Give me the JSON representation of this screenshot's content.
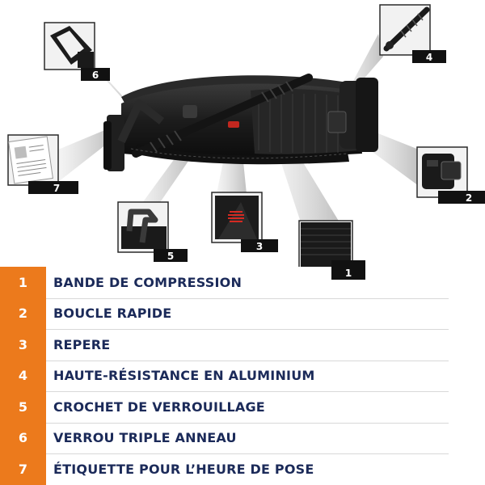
{
  "accent_color": "#ec7a1c",
  "label_color": "#1b2a59",
  "callouts": [
    {
      "number": "1",
      "icon": "compression-strap-closeup"
    },
    {
      "number": "2",
      "icon": "quick-buckle-closeup"
    },
    {
      "number": "3",
      "icon": "red-marker-closeup"
    },
    {
      "number": "4",
      "icon": "aluminium-windlass-rod-closeup"
    },
    {
      "number": "5",
      "icon": "locking-hook-closeup"
    },
    {
      "number": "6",
      "icon": "triple-ring-lock-closeup"
    },
    {
      "number": "7",
      "icon": "time-label-tag-closeup"
    }
  ],
  "legend": [
    {
      "number": "1",
      "label": "BANDE DE COMPRESSION"
    },
    {
      "number": "2",
      "label": "BOUCLE RAPIDE"
    },
    {
      "number": "3",
      "label": "REPERE"
    },
    {
      "number": "4",
      "label": "HAUTE-RÉSISTANCE EN ALUMINIUM"
    },
    {
      "number": "5",
      "label": "CROCHET DE VERROUILLAGE"
    },
    {
      "number": "6",
      "label": "VERROU TRIPLE ANNEAU"
    },
    {
      "number": "7",
      "label": "ÉTIQUETTE POUR L’HEURE DE POSE"
    }
  ]
}
